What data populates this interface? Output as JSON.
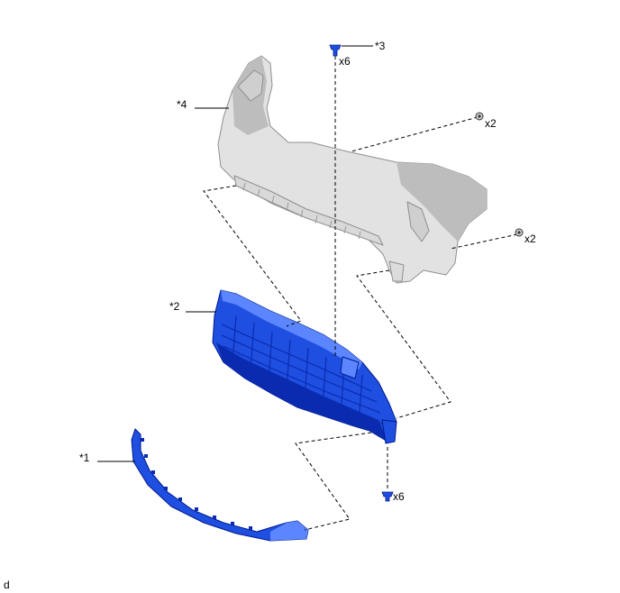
{
  "colors": {
    "bumper_cover": "#e2e2e2",
    "bumper_cover_shade": "#bdbdbd",
    "grille_part": "#1f4fe0",
    "grille_part_dark": "#0a2bb0",
    "grille_part_light": "#5b86ff"
  },
  "parts": [
    {
      "id": "p1",
      "callout": "*1",
      "icon": "lower-molding-part"
    },
    {
      "id": "p2",
      "callout": "*2",
      "icon": "radiator-grille-part"
    },
    {
      "id": "p3",
      "callout": "*3",
      "icon": "clip-fastener"
    },
    {
      "id": "p4",
      "callout": "*4",
      "icon": "bumper-cover-part"
    }
  ],
  "fasteners": [
    {
      "id": "clip-top",
      "qty": "x6",
      "icon": "clip-icon"
    },
    {
      "id": "screw-upper-right",
      "qty": "x2",
      "icon": "screw-icon"
    },
    {
      "id": "screw-lower-right",
      "qty": "x2",
      "icon": "screw-icon"
    },
    {
      "id": "clip-bottom",
      "qty": "x6",
      "icon": "clip-icon"
    }
  ],
  "footer_code": "d"
}
